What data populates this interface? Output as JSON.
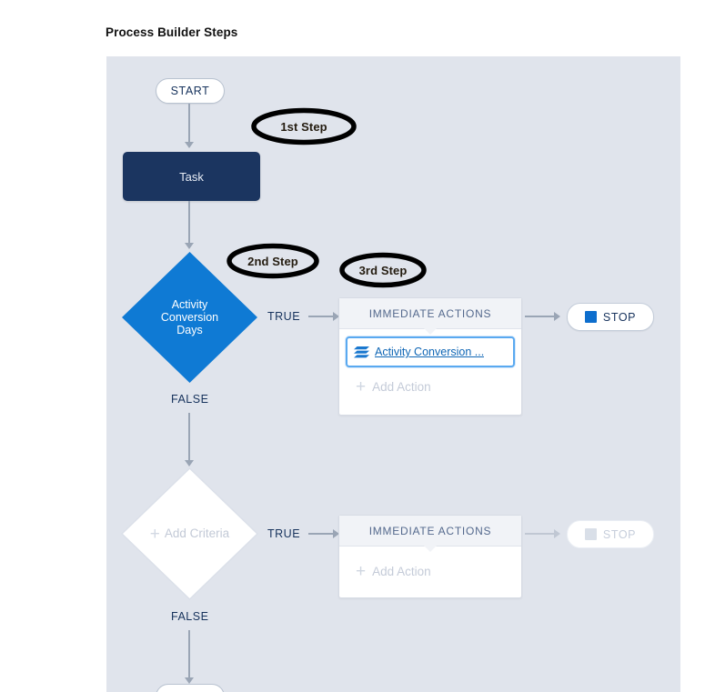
{
  "page": {
    "title": "Process Builder Steps"
  },
  "canvas": {
    "background_color": "#e0e4ec"
  },
  "flow": {
    "start_node": {
      "label": "START"
    },
    "task_node": {
      "label": "Task"
    },
    "criteria_1": {
      "label_line1": "Activity",
      "label_line2": "Conversion",
      "label_line3": "Days",
      "fill_color": "#0f7ad4",
      "true_label": "TRUE",
      "false_label": "FALSE"
    },
    "criteria_2": {
      "label": "Add Criteria",
      "plus": "+",
      "true_label": "TRUE",
      "false_label": "FALSE"
    },
    "actions_1": {
      "header": "IMMEDIATE ACTIONS",
      "action_label": "Activity Conversion ...",
      "action_icon": "flow-stack-icon",
      "add_action_label": "Add Action",
      "add_action_plus": "+"
    },
    "actions_2": {
      "header": "IMMEDIATE ACTIONS",
      "add_action_label": "Add Action",
      "add_action_plus": "+"
    },
    "stop_1": {
      "label": "STOP",
      "marker_color": "#0d6ecd"
    },
    "stop_2": {
      "label": "STOP",
      "marker_color": "#d9dfe8"
    }
  },
  "annotations": [
    {
      "label": "1st Step"
    },
    {
      "label": "2nd Step"
    },
    {
      "label": "3rd Step"
    }
  ]
}
